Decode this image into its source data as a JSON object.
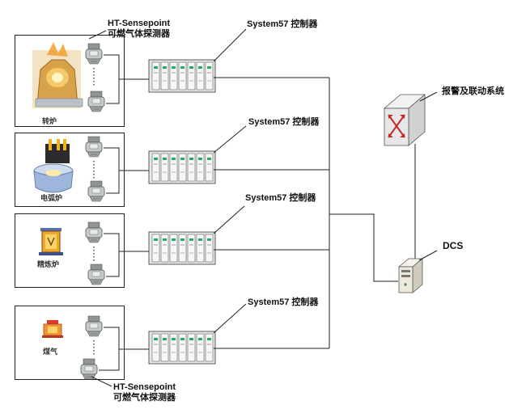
{
  "sensor_label_top": {
    "line1": "HT-Sensepoint",
    "line2": "可燃气体探测器"
  },
  "sensor_label_bottom": {
    "line1": "HT-Sensepoint",
    "line2": "可燃气体探测器"
  },
  "controllers": [
    "System57 控制器",
    "System57 控制器",
    "System57 控制器",
    "System57 控制器"
  ],
  "sites": [
    {
      "caption": "转炉"
    },
    {
      "caption": "电弧炉"
    },
    {
      "caption": "精炼炉"
    },
    {
      "caption": "煤气"
    }
  ],
  "alarm_system": "报警及联动系统",
  "dcs": "DCS",
  "colors": {
    "line": "#222222",
    "rack": "#e4e8e6",
    "sensor": "#b8bcbc"
  }
}
